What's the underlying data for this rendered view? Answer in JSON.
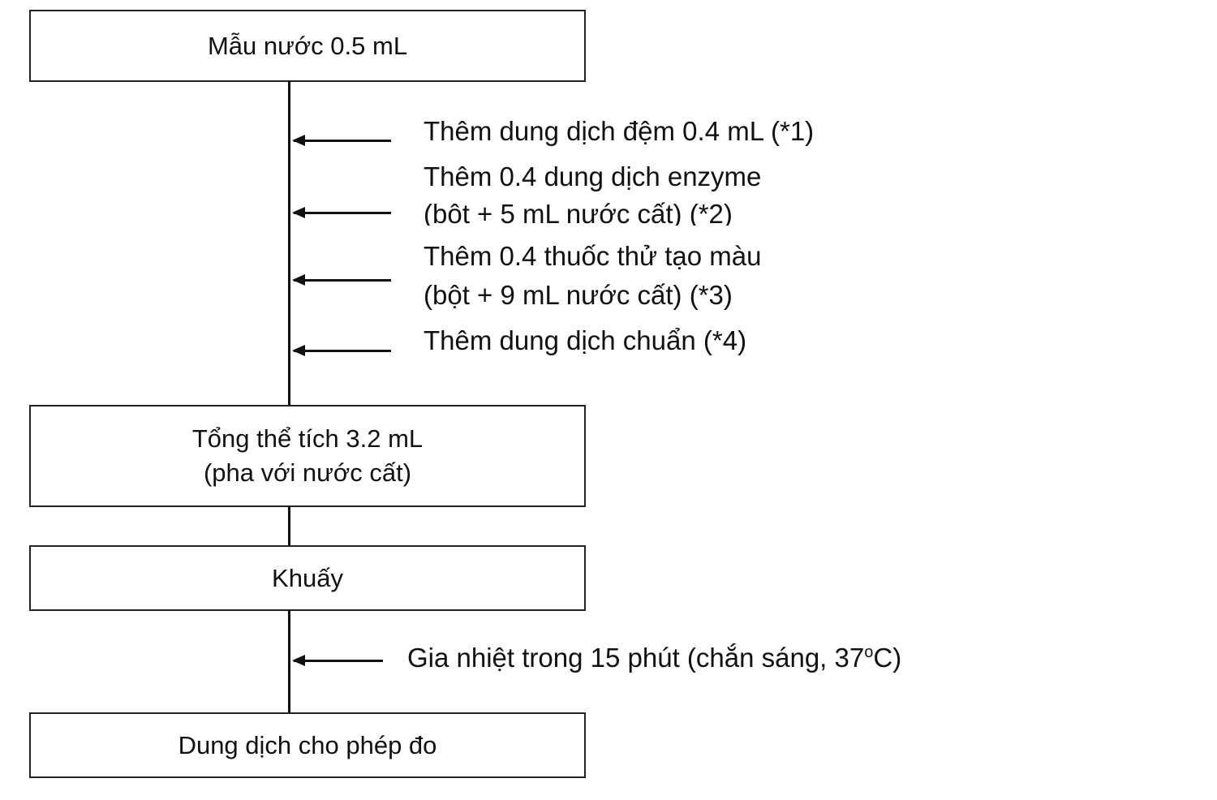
{
  "boxes": {
    "sample": "Mẫu nước 0.5 mL",
    "total_line1": "Tổng thể tích 3.2 mL",
    "total_line2": "(pha với nước cất)",
    "stir": "Khuấy",
    "final": "Dung dịch cho phép đo"
  },
  "steps": [
    {
      "lines": [
        "Thêm dung dịch đệm 0.4 mL (*1)"
      ]
    },
    {
      "lines": [
        "Thêm 0.4 dung dịch enzyme",
        "(bôt + 5 mL nước cất) (*2)"
      ]
    },
    {
      "lines": [
        "Thêm 0.4 thuốc thử tạo màu",
        "(bột + 9 mL nước cất) (*3)"
      ]
    },
    {
      "lines": [
        "Thêm dung dịch chuẩn (*4)"
      ]
    }
  ],
  "heating": {
    "text": "Gia nhiệt trong 15 phút (chắn sáng, 37",
    "degree": "o",
    "unit": "C)"
  }
}
